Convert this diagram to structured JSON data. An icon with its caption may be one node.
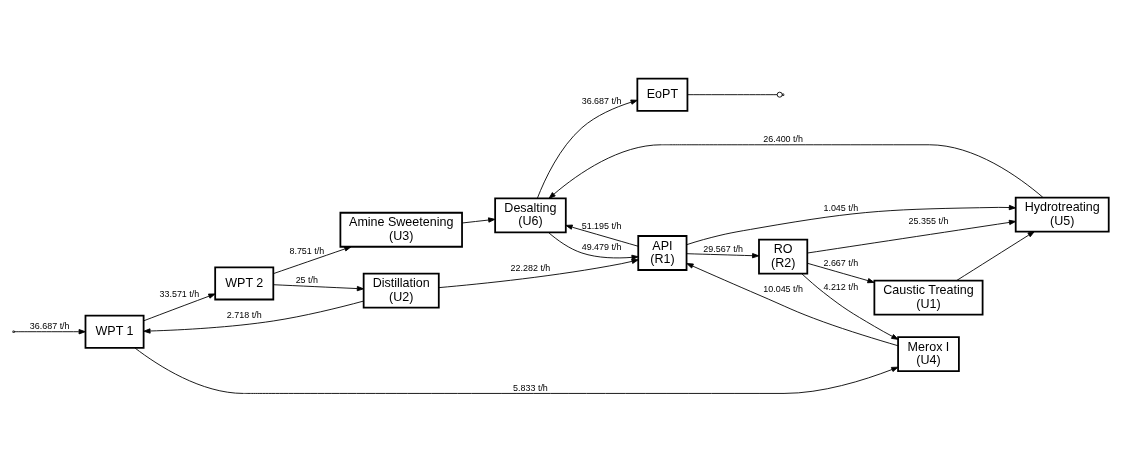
{
  "diagram": {
    "nodes": [
      {
        "text": [
          "WPT 1"
        ]
      },
      {
        "text": [
          "WPT 2"
        ]
      },
      {
        "text": [
          "Caustic Treating",
          "(U1)"
        ]
      },
      {
        "text": [
          "Hydrotreating",
          "(U5)"
        ]
      },
      {
        "text": [
          "Amine Sweetening",
          "(U3)"
        ]
      },
      {
        "text": [
          "Desalting",
          "(U6)"
        ]
      },
      {
        "text": [
          "Distillation",
          "(U2)"
        ]
      },
      {
        "text": [
          "Merox I",
          "(U4)"
        ]
      },
      {
        "text": [
          "API",
          "(R1)"
        ]
      },
      {
        "text": [
          "RO",
          "(R2)"
        ]
      },
      {
        "text": [
          "EoPT"
        ]
      }
    ],
    "edges": [
      {
        "from": null,
        "to": 0,
        "arrow": "to",
        "label": "36.687 t/h"
      },
      {
        "from": 0,
        "to": 1,
        "arrow": "to",
        "label": "33.571 t/h"
      },
      {
        "from": 0,
        "to": 7,
        "arrow": "to",
        "label": "5.833 t/h"
      },
      {
        "from": 1,
        "to": 4,
        "arrow": "to",
        "label": "8.751 t/h"
      },
      {
        "from": 1,
        "to": 6,
        "arrow": "to",
        "label": "25 t/h"
      },
      {
        "from": 6,
        "to": 0,
        "arrow": "to",
        "label": "2.718 t/h"
      },
      {
        "from": 6,
        "to": 8,
        "arrow": "to",
        "label": "22.282 t/h"
      },
      {
        "from": 7,
        "to": 8,
        "arrow": "to",
        "label": "10.045 t/h"
      },
      {
        "from": 2,
        "to": 3,
        "arrow": "to"
      },
      {
        "from": 3,
        "to": 5,
        "arrow": "to",
        "label": "26.400 t/h"
      },
      {
        "from": 4,
        "to": 5,
        "arrow": "to"
      },
      {
        "from": 5,
        "to": 8,
        "arrow": "to",
        "label": "49.479 t/h"
      },
      {
        "from": 5,
        "to": 10,
        "arrow": "to",
        "label": "36.687 t/h"
      },
      {
        "from": 8,
        "to": 9,
        "arrow": "to",
        "label": "29.567 t/h"
      },
      {
        "from": 8,
        "to": 3,
        "arrow": "to",
        "label": "1.045 t/h"
      },
      {
        "from": 8,
        "to": 5,
        "arrow": "to",
        "label": "51.195 t/h"
      },
      {
        "from": 9,
        "to": 3,
        "arrow": "to",
        "label": "25.355 t/h"
      },
      {
        "from": 9,
        "to": 2,
        "arrow": "to",
        "label": "2.667 t/h"
      },
      {
        "from": 9,
        "to": 7,
        "arrow": "to",
        "label": "4.212 t/h"
      },
      {
        "from": 10,
        "to": null,
        "arrow": "other"
      }
    ]
  }
}
